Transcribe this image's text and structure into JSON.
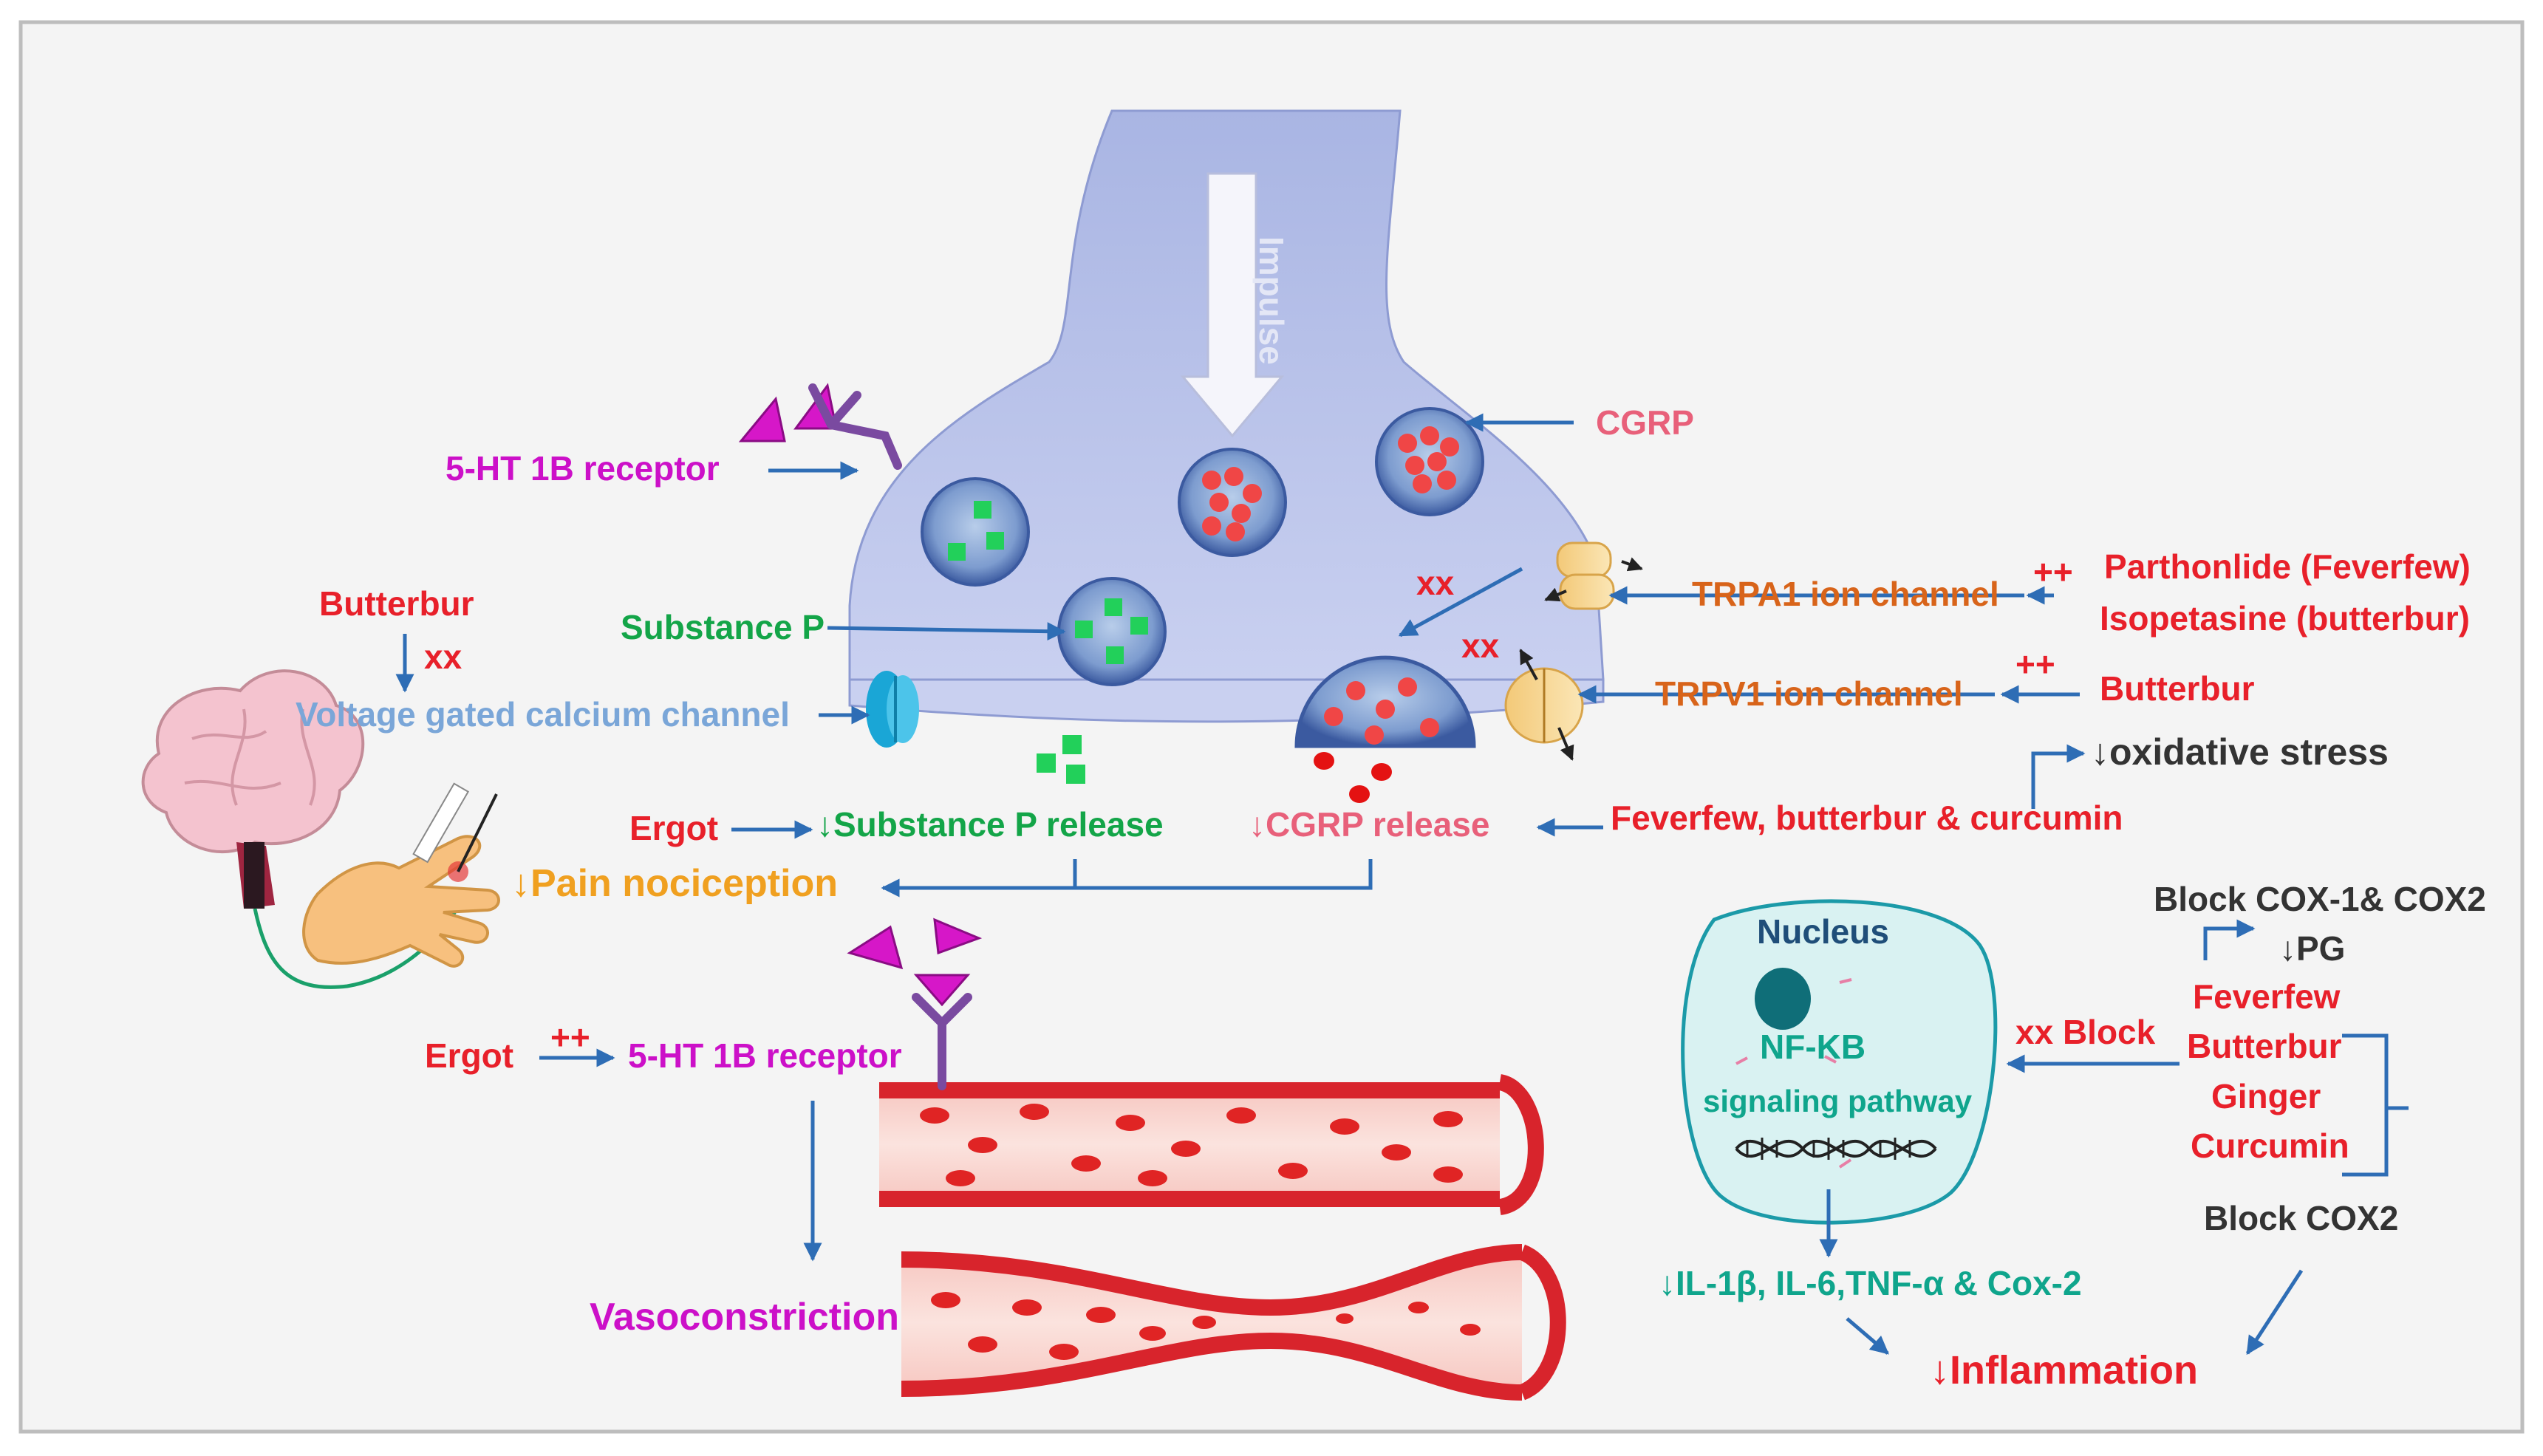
{
  "colors": {
    "red": "#e8202a",
    "magenta": "#cc10c8",
    "green": "#13a548",
    "teal": "#0fa58c",
    "orange": "#d8641a",
    "amber": "#f0a020",
    "pink": "#e8607a",
    "blue": "#2e6db5",
    "lightblue": "#7aa6d8",
    "dark": "#333333",
    "navy": "#1f4e79",
    "nerve": "#bcc6ec",
    "vessel": "#d8242c",
    "nucleus_cell": "#d9f2f2"
  },
  "neuron": {
    "impulse_label": "Impulse"
  },
  "labels": {
    "cgrp": "CGRP",
    "ht1b_top": "5-HT 1B receptor",
    "butterbur_left": "Butterbur",
    "xx_vgcc": "xx",
    "vgcc": "Voltage gated calcium channel",
    "substance_p": "Substance P",
    "xx_trpa1": "xx",
    "xx_trpv1": "xx",
    "trpa1": "TRPA1 ion channel",
    "trpv1": "TRPV1 ion channel",
    "pp_trpa1": "++",
    "pp_trpv1": "++",
    "parthenolide": "Parthonlide (Feverfew)",
    "isopetasine": "Isopetasine (butterbur)",
    "butterbur_right": "Butterbur",
    "oxidative": "↓oxidative stress",
    "ergot1": "Ergot",
    "sp_release": "↓Substance P release",
    "cgrp_release": "↓CGRP release",
    "ffbc": "Feverfew, butterbur & curcumin",
    "pain": "↓Pain nociception",
    "ergot2": "Ergot",
    "pp_ergot": "++",
    "ht1b_bottom": "5-HT 1B receptor",
    "vasoconstriction": "Vasoconstriction",
    "nucleus": "Nucleus",
    "nfkb": "NF-KB",
    "signaling": "signaling pathway",
    "xx_block": "xx Block",
    "block_cox12": "Block COX-1& COX2",
    "pg": "↓PG",
    "feverfew": "Feverfew",
    "butterbur_list": "Butterbur",
    "ginger": "Ginger",
    "curcumin": "Curcumin",
    "block_cox2": "Block COX2",
    "cytokines": "↓IL-1β, IL-6,TNF-α & Cox-2",
    "inflammation": "↓Inflammation"
  },
  "figure_icons": [
    "brain-icon",
    "hand-icon",
    "dna-icon",
    "serotonin-triangle-icon",
    "receptor-icon",
    "ion-channel-icon",
    "blood-vessel-icon",
    "vesicle-icon"
  ]
}
